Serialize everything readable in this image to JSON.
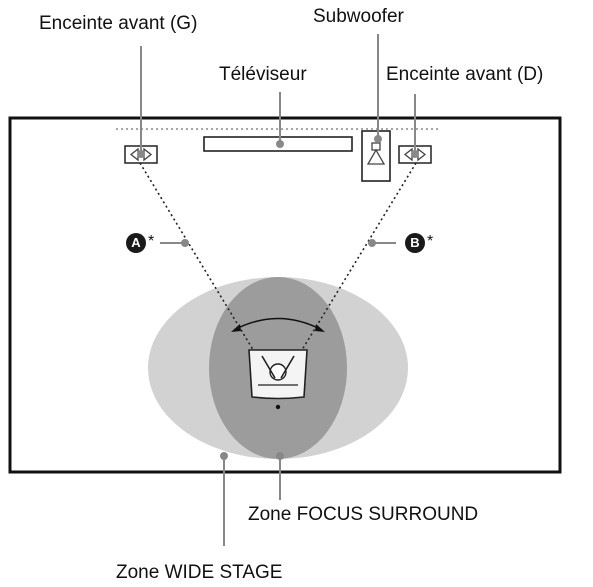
{
  "labels": {
    "front_left": "Enceinte avant (G)",
    "subwoofer": "Subwoofer",
    "tv": "Téléviseur",
    "front_right": "Enceinte avant (D)",
    "focus_zone": "Zone FOCUS SURROUND",
    "wide_zone": "Zone WIDE STAGE"
  },
  "markers": {
    "a": {
      "letter": "A",
      "suffix": "*"
    },
    "b": {
      "letter": "B",
      "suffix": "*"
    }
  },
  "colors": {
    "wide_zone_fill": "#cfcfcf",
    "focus_zone_fill": "#9a9a9a",
    "room_border": "#111111",
    "leader_line": "#8a8a8a"
  },
  "icons": {
    "front_left": "speaker-icon",
    "front_right": "speaker-icon",
    "subwoofer": "subwoofer-icon",
    "tv": "tv-icon",
    "listener": "listener-icon"
  }
}
